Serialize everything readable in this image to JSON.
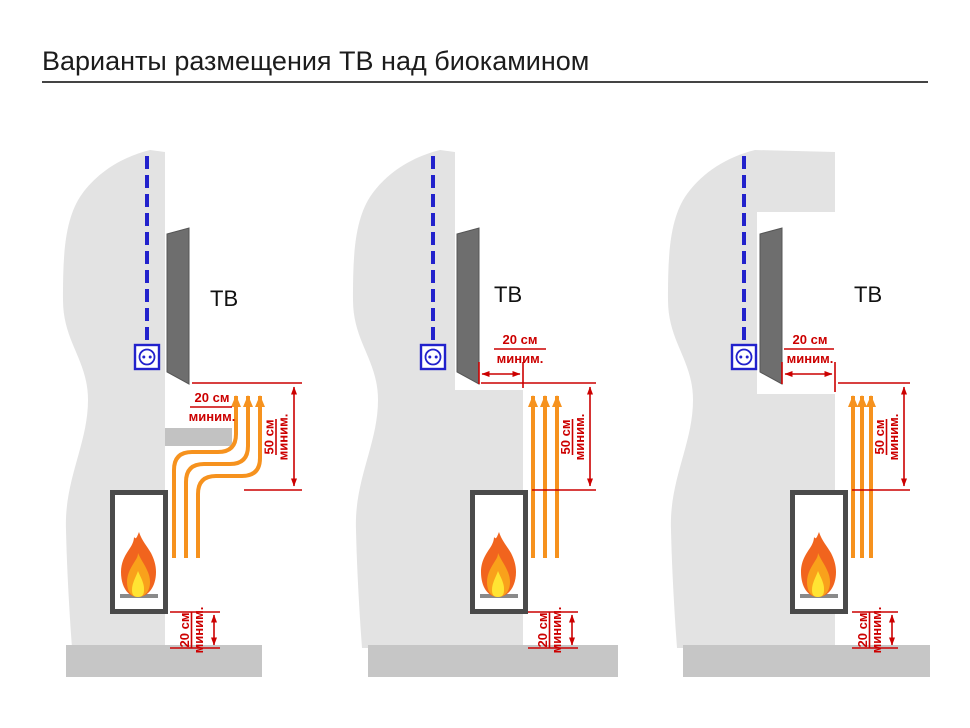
{
  "title": "Варианты размещения ТВ над биокамином",
  "colors": {
    "dimension_red": "#cc0000",
    "heat_arrow_orange": "#f6921e",
    "cable_blue": "#2222cc",
    "wall_gray": "#e3e3e3",
    "floor_gray": "#c6c6c6",
    "tv_gray": "#6e6e6e"
  },
  "diagrams": [
    {
      "tv_label": "ТВ",
      "gap_value": "20 см",
      "gap_unit": "миним.",
      "height_value": "50 см",
      "height_unit": "миним.",
      "floor_value": "20 см",
      "floor_unit": "миним."
    },
    {
      "tv_label": "ТВ",
      "gap_value": "20 см",
      "gap_unit": "миним.",
      "height_value": "50 см",
      "height_unit": "миним.",
      "floor_value": "20 см",
      "floor_unit": "миним."
    },
    {
      "tv_label": "ТВ",
      "gap_value": "20 см",
      "gap_unit": "миним.",
      "height_value": "50 см",
      "height_unit": "миним.",
      "floor_value": "20 см",
      "floor_unit": "миним."
    }
  ]
}
